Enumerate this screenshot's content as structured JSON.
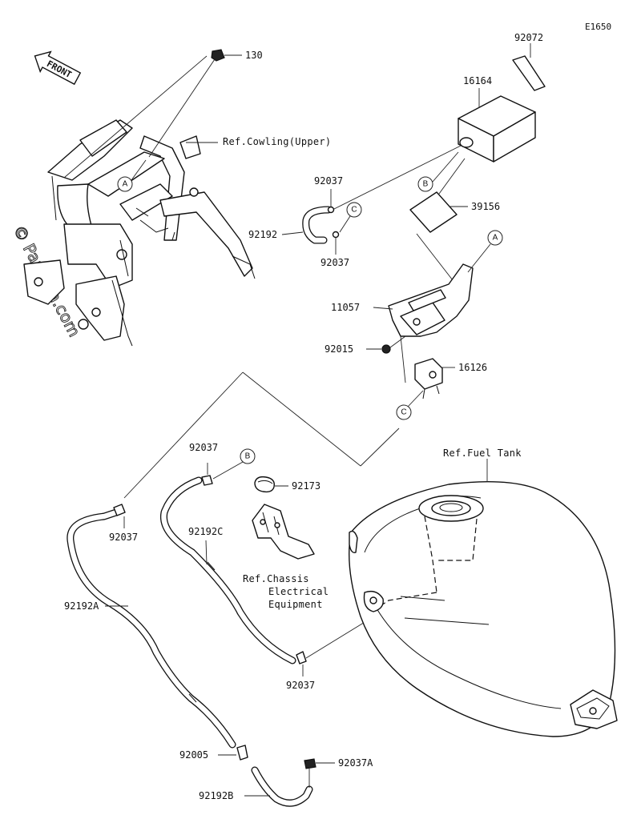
{
  "diagram_code": "E1650",
  "front_label": "FRONT",
  "watermark": "© Partzilla.com",
  "parts": [
    {
      "number": "130"
    },
    {
      "number": "92072"
    },
    {
      "number": "16164"
    },
    {
      "number": "92037"
    },
    {
      "number": "92192"
    },
    {
      "number": "92037"
    },
    {
      "number": "39156"
    },
    {
      "number": "11057"
    },
    {
      "number": "92015"
    },
    {
      "number": "16126"
    },
    {
      "number": "92037"
    },
    {
      "number": "92173"
    },
    {
      "number": "92037"
    },
    {
      "number": "92192C"
    },
    {
      "number": "92192A"
    },
    {
      "number": "92037"
    },
    {
      "number": "92005"
    },
    {
      "number": "92037A"
    },
    {
      "number": "92192B"
    }
  ],
  "references": [
    {
      "text": "Ref.Cowling(Upper)"
    },
    {
      "text": "Ref.Fuel Tank"
    },
    {
      "lines": [
        "Ref.Chassis",
        "Electrical",
        "Equipment"
      ]
    }
  ],
  "callouts": [
    "A",
    "B",
    "C",
    "A",
    "B",
    "C"
  ]
}
